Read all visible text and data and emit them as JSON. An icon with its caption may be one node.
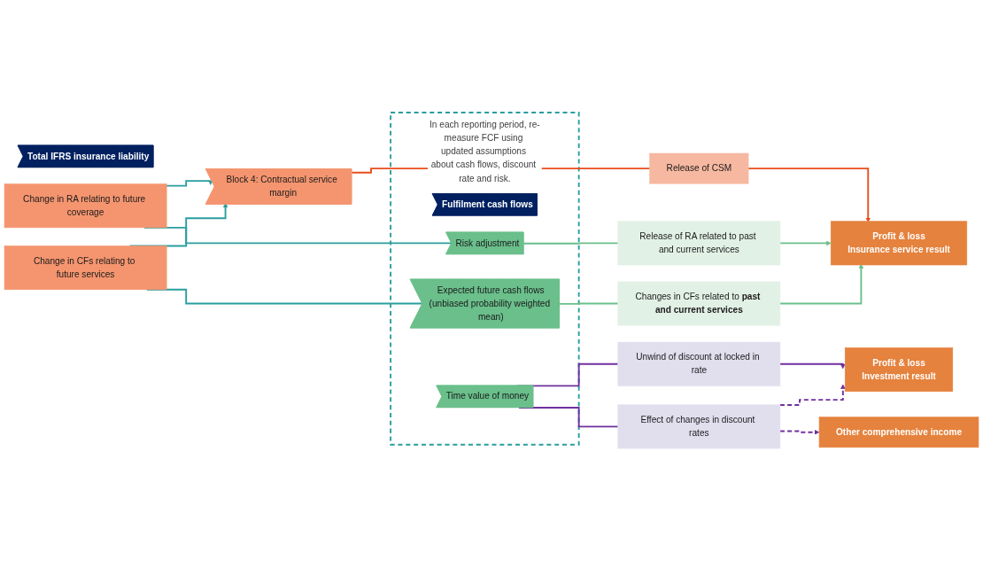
{
  "diagram": {
    "nodes": [
      {
        "text": [
          "Total IFRS insurance liability"
        ]
      },
      {
        "text": [
          "Block 4: Contractual service margin"
        ]
      },
      {
        "text": [
          "In each reporting period, re-measure FCF using updated assumptions about cash flows, discount rate and risk."
        ]
      },
      {
        "text": [
          "Fulfilment cash flows"
        ],
        "in": 2
      },
      {
        "text": [
          "Risk adjustment"
        ],
        "in": 2
      },
      {
        "text": [
          "Expected future cash flows",
          "(unbiased probability weighted mean)"
        ],
        "in": 2
      },
      {
        "text": [
          "Time value of money"
        ],
        "in": 2
      },
      {
        "text": [
          "Change in RA relating to future coverage"
        ]
      },
      {
        "text": [
          "Change in CFs relating to future services"
        ]
      },
      {
        "text": [
          "Release of CSM"
        ]
      },
      {
        "text": [
          "Release of RA related to past and current services"
        ]
      },
      {
        "text": [
          "Changes in CFs related to **past and current services**"
        ]
      },
      {
        "text": [
          "Unwind of discount at locked in rate"
        ]
      },
      {
        "text": [
          "Effect of changes in discount rates"
        ]
      },
      {
        "text": [
          "Profit & loss",
          "Insurance service result"
        ]
      },
      {
        "text": [
          "Profit & loss",
          "Investment result"
        ]
      },
      {
        "text": [
          "Other comprehensive income"
        ]
      }
    ],
    "edges": [
      {
        "from": 7,
        "to": 1,
        "arrow": "to",
        "color": "#2a9d9f"
      },
      {
        "from": 8,
        "to": 1,
        "arrow": "to",
        "color": "#2a9d9f"
      },
      {
        "from": 7,
        "to": 4,
        "arrow": "none",
        "color": "#2a9d9f"
      },
      {
        "from": 8,
        "to": 5,
        "arrow": "none",
        "color": "#2a9d9f"
      },
      {
        "from": 1,
        "to": 9,
        "arrow": "none",
        "color": "#e84e1b"
      },
      {
        "from": 9,
        "to": 14,
        "arrow": "to",
        "color": "#e84e1b"
      },
      {
        "from": 4,
        "to": 10,
        "arrow": "none",
        "color": "#6abf8b"
      },
      {
        "from": 10,
        "to": 14,
        "arrow": "to",
        "color": "#6abf8b"
      },
      {
        "from": 5,
        "to": 11,
        "arrow": "none",
        "color": "#6abf8b"
      },
      {
        "from": 11,
        "to": 14,
        "arrow": "to",
        "color": "#6abf8b"
      },
      {
        "from": 6,
        "to": 12,
        "arrow": "none",
        "color": "#7030a0"
      },
      {
        "from": 6,
        "to": 13,
        "arrow": "none",
        "color": "#7030a0"
      },
      {
        "from": 12,
        "to": 15,
        "arrow": "to",
        "color": "#7030a0"
      },
      {
        "from": 13,
        "to": 16,
        "arrow": "to",
        "style": "dashed",
        "color": "#7030a0"
      },
      {
        "from": 13,
        "to": 15,
        "arrow": "to",
        "style": "dashed",
        "color": "#7030a0"
      }
    ]
  }
}
